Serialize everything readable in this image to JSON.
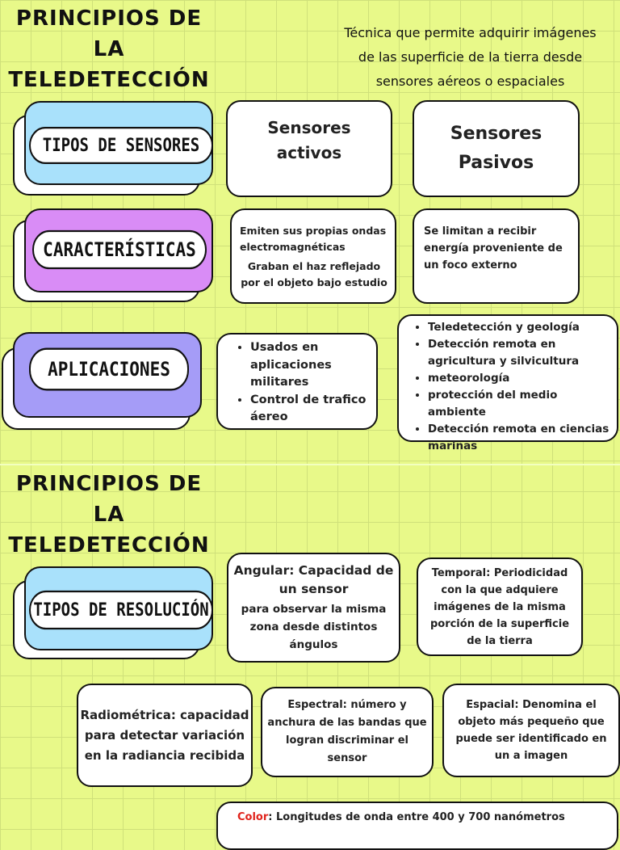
{
  "section1": {
    "title_line1": "PRINCIPIOS DE",
    "title_line2": "LA TELEDETECCIÓN",
    "subtitle_line1": "Técnica que permite adquirir imágenes",
    "subtitle_line2": "de las superficie de la tierra   desde",
    "subtitle_line3": "sensores aéreos o espaciales",
    "labels": {
      "tipos": "TIPOS DE SENSORES",
      "caracteristicas": "CARACTERÍSTICAS",
      "aplicaciones": "APLICACIONES"
    },
    "activos": {
      "line1": "Sensores",
      "line2": "activos"
    },
    "pasivos": {
      "line1": "Sensores",
      "line2": "Pasivos"
    },
    "activos_car": {
      "p1": "Emiten sus propias ondas electromagnéticas",
      "p2": "Graban el haz reflejado por el objeto bajo estudio"
    },
    "pasivos_car": "Se limitan a recibir energía proveniente de un foco externo",
    "activos_apl": [
      "Usados en aplicaciones militares",
      "Control de trafico áereo"
    ],
    "pasivos_apl": [
      "Teledetección y geología",
      "Detección remota en agricultura y silvicultura",
      "meteorología",
      "protección del medio ambiente",
      "Detección remota en ciencias marinas"
    ]
  },
  "section2": {
    "title_line1": "PRINCIPIOS DE",
    "title_line2": "LA TELEDETECCIÓN",
    "label_resolucion": "TIPOS DE RESOLUCIÓN",
    "angular": {
      "head": "Angular: Capacidad de un sensor",
      "body": "para observar la misma zona desde distintos ángulos"
    },
    "temporal": "Temporal: Periodicidad con la que adquiere imágenes   de la misma porción de la superficie de la tierra",
    "radiometrica": "Radiométrica: capacidad para detectar variación en la radiancia recibida",
    "espectral": "Espectral: número y anchura de las bandas que logran discriminar el sensor",
    "espacial": "Espacial: Denomina el objeto más pequeño que puede ser identificado en un a imagen",
    "color_label": "Color",
    "color_text": ": Longitudes de onda entre 400 y 700 nanómetros"
  },
  "colors": {
    "blue": "#a9e1fb",
    "purple": "#d98cf6",
    "violet": "#a59cf7",
    "background": "#e8f989"
  }
}
